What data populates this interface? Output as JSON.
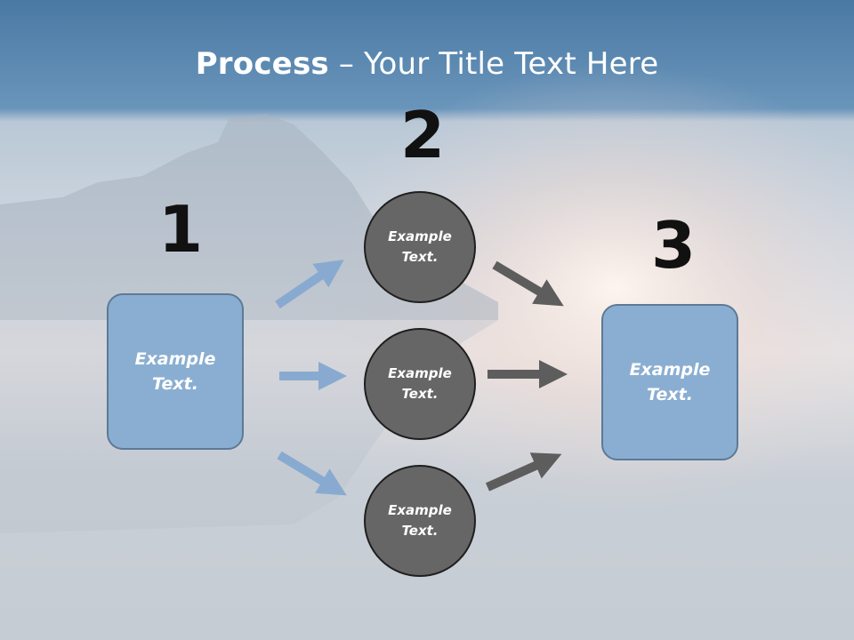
{
  "slide": {
    "title_bold": "Process",
    "title_rest": " – Your Title Text Here"
  },
  "steps": {
    "step1_number": "1",
    "step2_number": "2",
    "step3_number": "3"
  },
  "boxes": {
    "left_text": "Example\nText.",
    "right_text": "Example\nText."
  },
  "circles": {
    "top_text": "Example\nText.",
    "middle_text": "Example\nText.",
    "bottom_text": "Example\nText."
  },
  "colors": {
    "header_blue": "#4f7fa8",
    "box_fill": "#8aaed1",
    "circle_fill": "#666666",
    "arrow_blue": "#89aad0",
    "arrow_gray": "#5d5d5d"
  }
}
